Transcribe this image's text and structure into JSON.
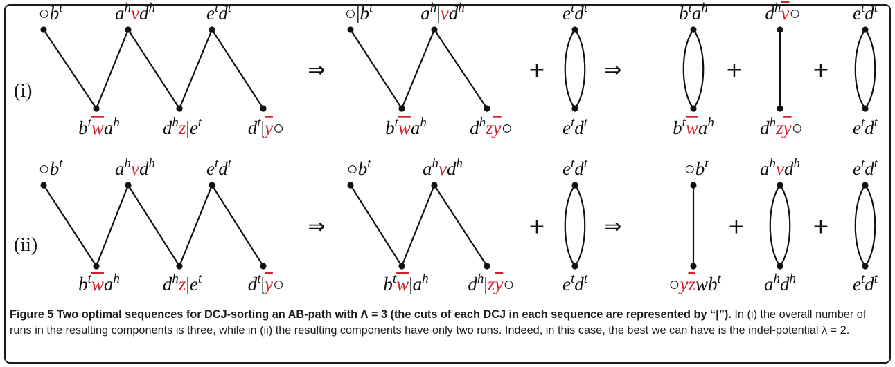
{
  "diagram": {
    "rows": [
      {
        "label": "(i)",
        "panels": [
          {
            "type": "zigzag",
            "top": [
              "○b^t",
              "a^h{v}d^h",
              "e^td^t"
            ],
            "bottom": [
              "b^t{̅w}a^h",
              "d^h{z}|e^t",
              "d^t|{̅y}○"
            ]
          },
          {
            "type": "vpath",
            "top": [
              "○|b^t",
              "a^h|{v}d^h"
            ],
            "bottom": [
              "b^t{̅w}a^h",
              "d^h{z̅y}○"
            ]
          },
          {
            "type": "cycle",
            "top": "e^td^t",
            "bottom": "e^td^t"
          },
          {
            "type": "cycle",
            "top": "b^ta^h",
            "bottom": "b^t{̅w}a^h"
          },
          {
            "type": "line",
            "top": "d^h{̅v}○",
            "bottom": "d^h{z̅y}○"
          },
          {
            "type": "cycle",
            "top": "e^td^t",
            "bottom": "e^td^t"
          }
        ]
      },
      {
        "label": "(ii)",
        "panels": [
          {
            "type": "zigzag",
            "top": [
              "○b^t",
              "a^h{v}d^h",
              "e^td^t"
            ],
            "bottom": [
              "b^t{̅w}a^h",
              "d^h{z}|e^t",
              "d^t|{̅y}○"
            ]
          },
          {
            "type": "vpath",
            "top": [
              "○b^t",
              "a^h{v}d^h"
            ],
            "bottom": [
              "b^t{̅w}|a^h",
              "d^h|{z̅y}○"
            ]
          },
          {
            "type": "cycle",
            "top": "e^td^t",
            "bottom": "e^td^t"
          },
          {
            "type": "line",
            "top": "○b^t",
            "bottom": "○{y̅z}wb^t"
          },
          {
            "type": "cycle",
            "top": "a^h{v}d^h",
            "bottom": "a^hd^h"
          },
          {
            "type": "cycle",
            "top": "e^td^t",
            "bottom": "e^td^t"
          }
        ]
      }
    ],
    "operators": {
      "implies": "⇒",
      "plus": "+"
    }
  },
  "caption": {
    "title": "Figure 5 Two optimal sequences for DCJ-sorting an AB-path with Λ = 3 (the cuts of each DCJ in each sequence are represented by “|”).",
    "body": " In (i) the overall number of runs in the resulting components is three, while in (ii) the resulting components have only two runs. Indeed, in this case, the best we can have is the indel-potential λ = 2."
  }
}
